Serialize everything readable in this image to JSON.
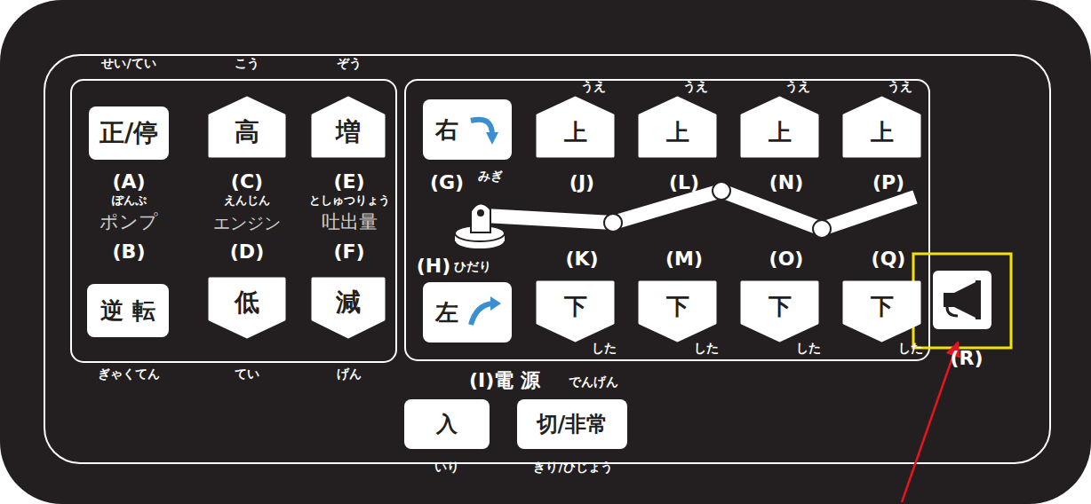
{
  "diagram": {
    "nodes": [
      {
        "text": [
          "正/停"
        ]
      },
      {
        "text": [
          "高"
        ]
      },
      {
        "text": [
          "増"
        ]
      },
      {
        "text": [
          "右"
        ]
      },
      {
        "text": [
          "上"
        ]
      },
      {
        "text": [
          "上"
        ]
      },
      {
        "text": [
          "上"
        ]
      },
      {
        "text": [
          "上"
        ]
      },
      {
        "text": [
          "逆 転"
        ]
      },
      {
        "text": [
          "低"
        ]
      },
      {
        "text": [
          "減"
        ]
      },
      {
        "text": [
          "左"
        ]
      },
      {
        "text": [
          "下"
        ]
      },
      {
        "text": [
          "下"
        ]
      },
      {
        "text": [
          "下"
        ]
      },
      {
        "text": [
          "下"
        ]
      },
      {
        "text": [
          "入"
        ]
      },
      {
        "text": [
          "切/非常"
        ]
      }
    ],
    "labels": [
      "せい/てい",
      "こう",
      "ぞう",
      "うえ",
      "うえ",
      "うえ",
      "うえ",
      "(A)",
      "ぽんぷ",
      "ポンプ",
      "(B)",
      "(C)",
      "えんじん",
      "エンジン",
      "(D)",
      "(E)",
      "としゅつりょう",
      "吐出量",
      "(F)",
      "(G)",
      "みぎ",
      "(J)",
      "(L)",
      "(N)",
      "(P)",
      "(H)",
      "ひだり",
      "(K)",
      "(M)",
      "(O)",
      "(Q)",
      "した",
      "した",
      "した",
      "した",
      "(R)",
      "ぎゃくてん",
      "てい",
      "げん",
      "(I)電 源",
      "でんげん",
      "いり",
      "きり/ひじょう"
    ]
  }
}
